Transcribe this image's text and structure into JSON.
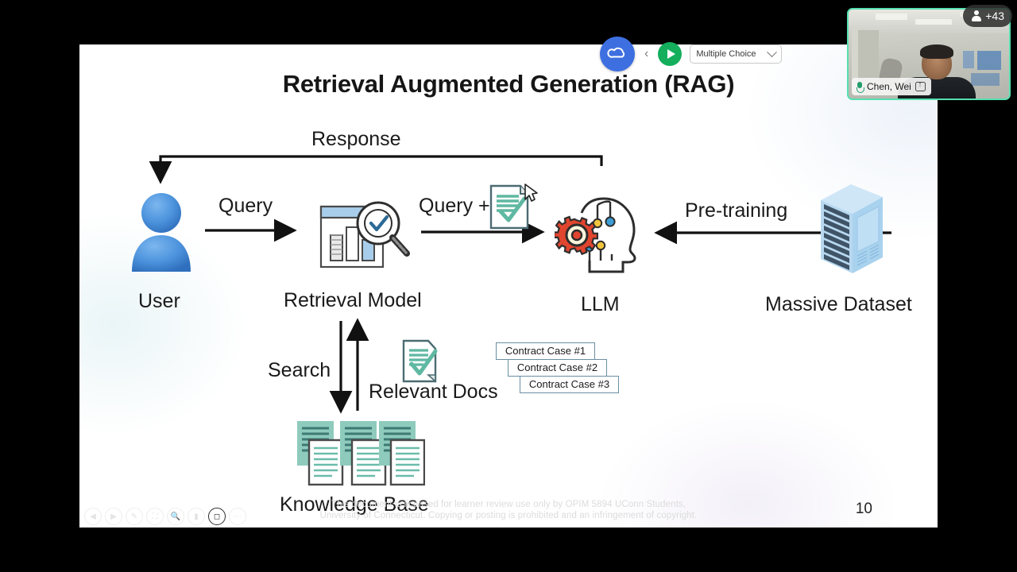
{
  "meeting": {
    "controls": {
      "cloud_icon": "cloud-icon",
      "collapse_icon": "chevron-left-icon",
      "play_label": "play-icon",
      "poll_type": "Multiple Choice",
      "poll_caret": "chevron-down-icon"
    },
    "video_tile": {
      "participant_name": "Chen, Wei",
      "mic_icon": "microphone-icon",
      "share_icon": "share-screen-icon",
      "participant_count": "+43",
      "person_icon": "person-icon",
      "border_color": "#55e0b0"
    },
    "toolbar_icons": [
      "previous-slide-icon",
      "next-slide-icon",
      "annotate-pen-icon",
      "presentation-icon",
      "zoom-icon",
      "captions-icon",
      "record-camera-icon",
      "more-options-icon"
    ],
    "toolbar_active_index": 6
  },
  "slide": {
    "title": "Retrieval Augmented Generation (RAG)",
    "page_number": "10",
    "watermark_line1": "This document is licensed for learner review use only by OPIM 5894 UConn Students,",
    "watermark_line2": "University of Connecticut. Copying or posting is prohibited and an infringement of copyright.",
    "nodes": [
      {
        "id": "user",
        "label": "User",
        "icon": "user-avatar-icon"
      },
      {
        "id": "retrieval",
        "label": "Retrieval Model",
        "icon": "chart-magnifier-check-icon"
      },
      {
        "id": "llm",
        "label": "LLM",
        "icon": "brain-gear-head-icon"
      },
      {
        "id": "dataset",
        "label": "Massive Dataset",
        "icon": "server-rack-icon"
      },
      {
        "id": "knowledge",
        "label": "Knowledge Base",
        "icon": "documents-stack-icon"
      }
    ],
    "edges": [
      {
        "id": "response",
        "label": "Response"
      },
      {
        "id": "query",
        "label": "Query"
      },
      {
        "id": "query-plus",
        "label": "Query +"
      },
      {
        "id": "pretraining",
        "label": "Pre-training"
      },
      {
        "id": "search",
        "label": "Search"
      },
      {
        "id": "relevant",
        "label": "Relevant Docs"
      }
    ],
    "contract_cases": [
      "Contract Case #1",
      "Contract Case #2",
      "Contract Case #3"
    ],
    "colors": {
      "accent_teal": "#6bbcaa",
      "accent_blue": "#4a90d9",
      "gear_red": "#e0452e",
      "server_blue": "#a9d2ee",
      "box_border": "#6a8fa3"
    }
  }
}
